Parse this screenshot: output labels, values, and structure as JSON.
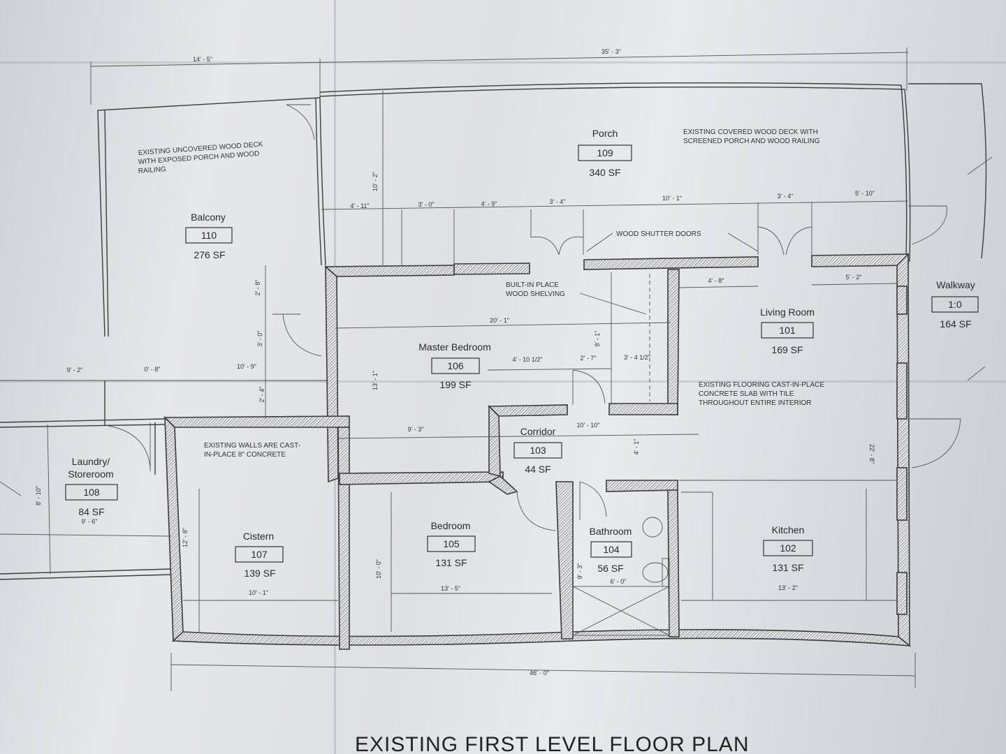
{
  "plan": {
    "title": "EXISTING FIRST LEVEL FLOOR PLAN"
  },
  "rooms": {
    "porch": {
      "name": "Porch",
      "number": "109",
      "area": "340 SF"
    },
    "balcony": {
      "name": "Balcony",
      "number": "110",
      "area": "276 SF"
    },
    "walkway": {
      "name": "Walkway",
      "number": "1:0",
      "area": "164 SF"
    },
    "living": {
      "name": "Living Room",
      "number": "101",
      "area": "169 SF"
    },
    "master": {
      "name": "Master Bedroom",
      "number": "106",
      "area": "199 SF"
    },
    "corridor": {
      "name": "Corridor",
      "number": "103",
      "area": "44 SF"
    },
    "laundry": {
      "name_line1": "Laundry/",
      "name_line2": "Storeroom",
      "number": "108",
      "area": "84 SF"
    },
    "cistern": {
      "name": "Cistern",
      "number": "107",
      "area": "139 SF"
    },
    "bedroom": {
      "name": "Bedroom",
      "number": "105",
      "area": "131 SF"
    },
    "bathroom": {
      "name": "Bathroom",
      "number": "104",
      "area": "56 SF"
    },
    "kitchen": {
      "name": "Kitchen",
      "number": "102",
      "area": "131 SF"
    }
  },
  "notes": {
    "uncovered_deck": [
      "EXISTING UNCOVERED WOOD DECK",
      "WITH EXPOSED PORCH AND WOOD",
      "RAILING"
    ],
    "covered_deck": [
      "EXISTING COVERED WOOD DECK WITH",
      "SCREENED PORCH AND WOOD RAILING"
    ],
    "shutter_doors": "WOOD SHUTTER DOORS",
    "shelving": [
      "BUILT-IN PLACE",
      "WOOD SHELVING"
    ],
    "flooring": [
      "EXISTING FLOORING CAST-IN-PLACE",
      "CONCRETE SLAB WITH TILE",
      "THROUGHOUT ENTIRE INTERIOR"
    ],
    "walls": [
      "EXISTING WALLS ARE CAST-",
      "IN-PLACE 8\" CONCRETE"
    ]
  },
  "dimensions": {
    "top_left": "14' - 5\"",
    "top_right": "35' - 3\"",
    "porch_depth": "10' - 2\"",
    "p1": "4' - 11\"",
    "p2": "3' - 0\"",
    "p3": "4' - 9\"",
    "p4": "3' - 4\"",
    "p5": "10' - 1\"",
    "p6": "3' - 4\"",
    "p7": "5' - 10\"",
    "lr1": "4' - 8\"",
    "lr2": "5' - 2\"",
    "master_w": "20' - 1\"",
    "m1": "4' - 10 1/2\"",
    "m2": "2' - 7\"",
    "m3": "3' - 4 1/2\"",
    "shelf_h": "8' - 1\"",
    "master_h": "13' - 1\"",
    "corr_w": "10' - 10\"",
    "corr_h": "4' - 1\"",
    "lr_h": "22' - 8\"",
    "left1": "9' - 2\"",
    "left2": "0' - 8\"",
    "left3": "10' - 9\"",
    "v1": "2' - 8\"",
    "v2": "3' - 0\"",
    "v3": "2' - 4\"",
    "bed_w": "9' - 3\"",
    "laundry_h": "8' - 10\"",
    "laundry_w": "9' - 6\"",
    "cistern_h": "12' - 8\"",
    "cistern_w": "10' - 1\"",
    "bed_h": "10' - 0\"",
    "bed_w2": "13' - 5\"",
    "bath_h": "9' - 3\"",
    "bath_w": "6' - 0\"",
    "kitchen_w": "13' - 2\"",
    "overall": "46' - 0\""
  }
}
